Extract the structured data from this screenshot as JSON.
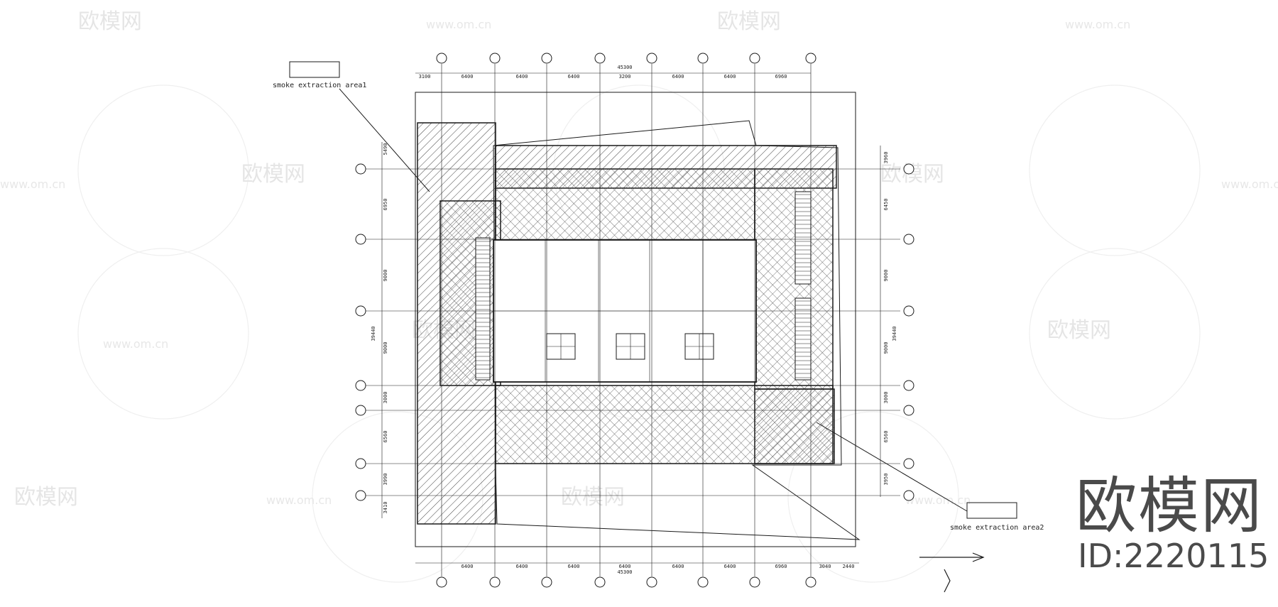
{
  "watermark": {
    "brand": "欧模网",
    "domain": "www.om.cn",
    "id_text": "ID:2220115"
  },
  "callouts": {
    "area1_label": "smoke extraction area1",
    "area2_label": "smoke extraction area2"
  },
  "grid": {
    "total_dimension": "45300",
    "top_spans": [
      "3100",
      "6400",
      "6400",
      "6400",
      "3200",
      "6400",
      "6400",
      "6960"
    ],
    "bottom_spans": [
      "6400",
      "6400",
      "6400",
      "6400",
      "6400",
      "6400",
      "6960",
      "3040",
      "2440"
    ],
    "left_spans": [
      "5490",
      "6950",
      "9000",
      "9000",
      "3000",
      "6560",
      "3990",
      "3410"
    ],
    "left_total": "39440",
    "right_spans": [
      "3960",
      "6450",
      "9000",
      "9000",
      "3000",
      "6560",
      "3950"
    ],
    "right_total": "39440"
  },
  "colors": {
    "line": "#1a1a1a",
    "hatch": "#333333",
    "watermark": "#cfcfcf"
  }
}
